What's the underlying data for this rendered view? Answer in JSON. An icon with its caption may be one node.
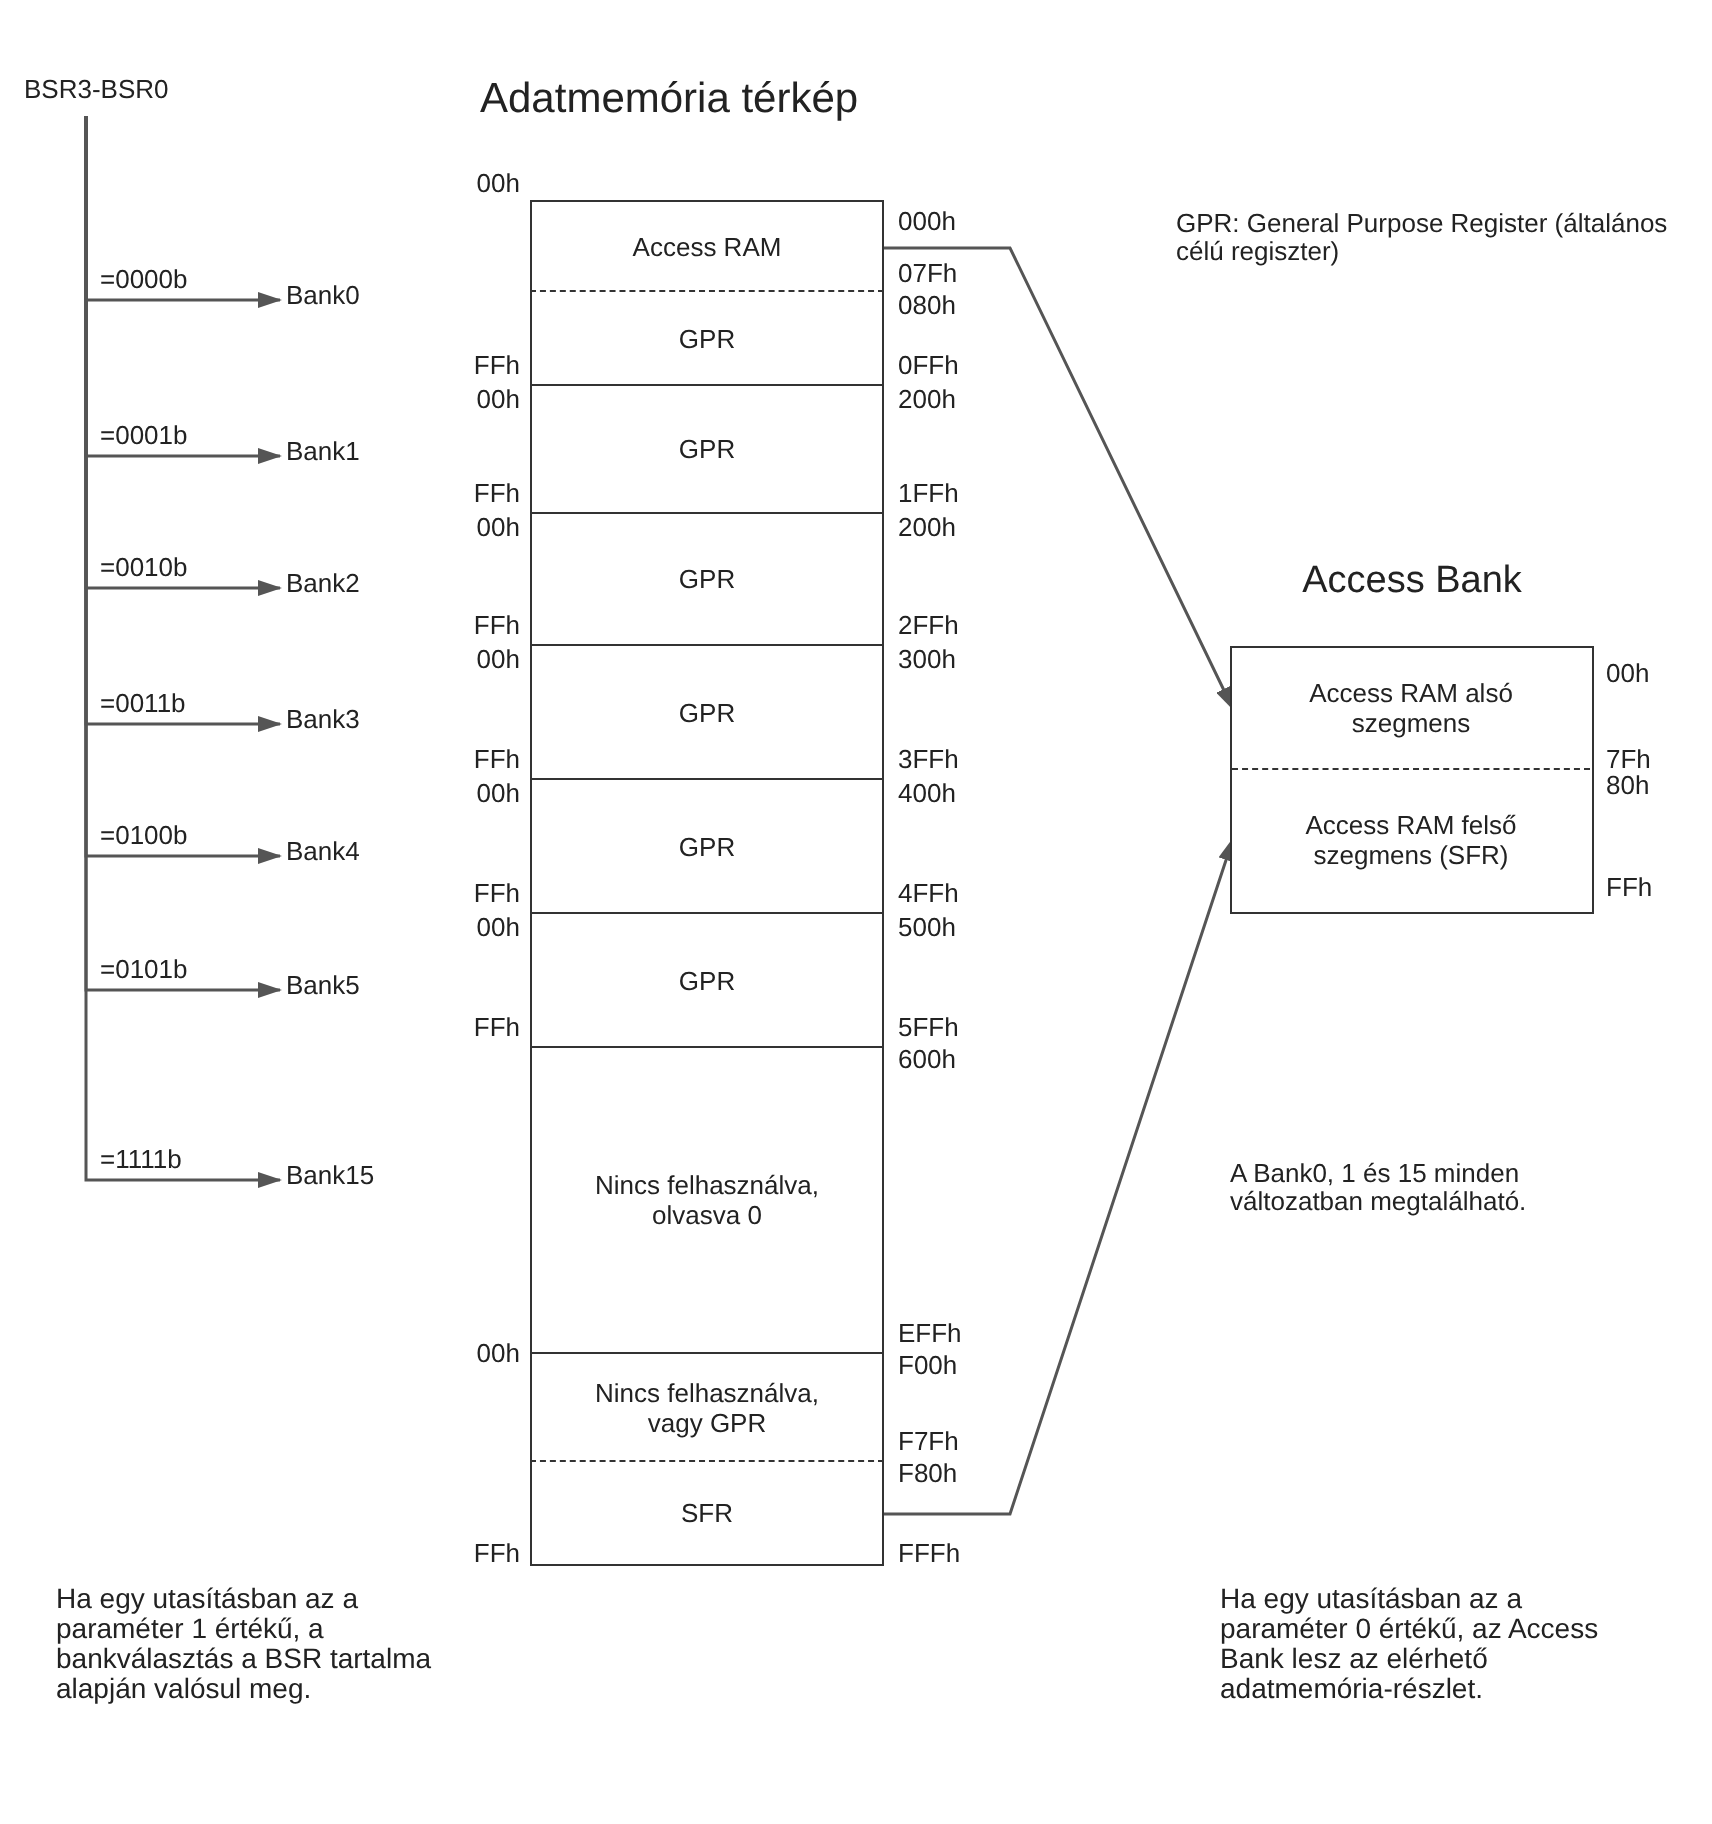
{
  "diagram": {
    "title": "Adatmemória térkép",
    "nodes": [
      {
        "text": [
          "BSR3-BSR0"
        ]
      },
      {
        "text": [
          "Bank0"
        ]
      },
      {
        "text": [
          "Bank1"
        ]
      },
      {
        "text": [
          "Bank2"
        ]
      },
      {
        "text": [
          "Bank3"
        ]
      },
      {
        "text": [
          "Bank4"
        ]
      },
      {
        "text": [
          "Bank5"
        ]
      },
      {
        "text": [
          "Bank15"
        ]
      },
      {
        "text": [
          "Access RAM"
        ]
      },
      {
        "text": [
          "GPR"
        ]
      },
      {
        "text": [
          "GPR"
        ]
      },
      {
        "text": [
          "GPR"
        ]
      },
      {
        "text": [
          "GPR"
        ]
      },
      {
        "text": [
          "GPR"
        ]
      },
      {
        "text": [
          "GPR"
        ]
      },
      {
        "text": [
          "Nincs felhasználva, olvasva 0"
        ]
      },
      {
        "text": [
          "Nincs felhasználva, vagy GPR"
        ]
      },
      {
        "text": [
          "SFR"
        ]
      },
      {
        "text": [
          "Access Bank"
        ]
      },
      {
        "text": [
          "Access RAM alsó szegmens"
        ],
        "in": 18
      },
      {
        "text": [
          "Access RAM felső szegmens (SFR)"
        ],
        "in": 18
      }
    ],
    "edges": [
      {
        "from": 0,
        "to": 1,
        "arrow": "to",
        "label": "=0000b"
      },
      {
        "from": 0,
        "to": 2,
        "arrow": "to",
        "label": "=0001b"
      },
      {
        "from": 0,
        "to": 3,
        "arrow": "to",
        "label": "=0010b"
      },
      {
        "from": 0,
        "to": 4,
        "arrow": "to",
        "label": "=0011b"
      },
      {
        "from": 0,
        "to": 5,
        "arrow": "to",
        "label": "=0100b"
      },
      {
        "from": 0,
        "to": 6,
        "arrow": "to",
        "label": "=0101b"
      },
      {
        "from": 0,
        "to": 7,
        "arrow": "to",
        "label": "=1111b"
      },
      {
        "from": 8,
        "to": 19,
        "arrow": "to"
      },
      {
        "from": 17,
        "to": 20,
        "arrow": "to"
      }
    ],
    "labels": [
      "00h",
      "FFh",
      "00h",
      "FFh",
      "00h",
      "FFh",
      "00h",
      "FFh",
      "00h",
      "FFh",
      "00h",
      "FFh",
      "00h",
      "FFh",
      "000h",
      "07Fh",
      "080h",
      "0FFh",
      "200h",
      "1FFh",
      "200h",
      "2FFh",
      "300h",
      "3FFh",
      "400h",
      "4FFh",
      "500h",
      "5FFh",
      "600h",
      "EFFh",
      "F00h",
      "F7Fh",
      "F80h",
      "FFFh",
      "00h",
      "7Fh",
      "80h",
      "FFh",
      "GPR: General Purpose Register (általános célú regiszter)",
      "A Bank0, 1 és 15 minden változatban megtalálható.",
      "Ha egy utasításban az a paraméter 1 értékű, a bankválasztás a BSR tartalma alapján valósul meg.",
      "Ha egy utasításban az a paraméter 0 értékű, az Access Bank lesz az elérhető adatmemória-részlet."
    ]
  }
}
